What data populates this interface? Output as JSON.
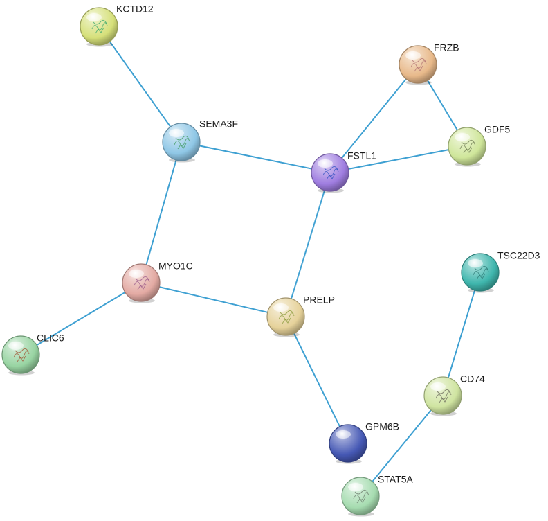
{
  "nodes": [
    {
      "id": "KCTD12",
      "label": "KCTD12",
      "color": "#d6e07a",
      "structure_color": "#3aa86b"
    },
    {
      "id": "FRZB",
      "label": "FRZB",
      "color": "#e8b98a",
      "structure_color": "#b07070"
    },
    {
      "id": "SEMA3F",
      "label": "SEMA3F",
      "color": "#8fc7e6",
      "structure_color": "#3f9a5e"
    },
    {
      "id": "GDF5",
      "label": "GDF5",
      "color": "#cfe69a",
      "structure_color": "#6c7a50"
    },
    {
      "id": "FSTL1",
      "label": "FSTL1",
      "color": "#9f7de0",
      "structure_color": "#2e4fbf"
    },
    {
      "id": "TSC22D3",
      "label": "TSC22D3",
      "color": "#3fb6ad",
      "structure_color": "#2e7a76"
    },
    {
      "id": "MYO1C",
      "label": "MYO1C",
      "color": "#e3aaa3",
      "structure_color": "#9a5a8a"
    },
    {
      "id": "PRELP",
      "label": "PRELP",
      "color": "#e6d29a",
      "structure_color": "#8a9a3a"
    },
    {
      "id": "CLIC6",
      "label": "CLIC6",
      "color": "#98d4a2",
      "structure_color": "#a05030"
    },
    {
      "id": "CD74",
      "label": "CD74",
      "color": "#cfe4a0",
      "structure_color": "#6a6a5a"
    },
    {
      "id": "GPM6B",
      "label": "GPM6B",
      "color": "#4558b4",
      "structure_color": null
    },
    {
      "id": "STAT5A",
      "label": "STAT5A",
      "color": "#a6dcb0",
      "structure_color": "#6a7a6a"
    }
  ],
  "edges": [
    [
      "KCTD12",
      "SEMA3F"
    ],
    [
      "SEMA3F",
      "FSTL1"
    ],
    [
      "SEMA3F",
      "MYO1C"
    ],
    [
      "FRZB",
      "FSTL1"
    ],
    [
      "FRZB",
      "GDF5"
    ],
    [
      "GDF5",
      "FSTL1"
    ],
    [
      "FSTL1",
      "PRELP"
    ],
    [
      "MYO1C",
      "PRELP"
    ],
    [
      "MYO1C",
      "CLIC6"
    ],
    [
      "PRELP",
      "GPM6B"
    ],
    [
      "TSC22D3",
      "CD74"
    ],
    [
      "CD74",
      "STAT5A"
    ]
  ],
  "edge_color": "#3ea0d2"
}
